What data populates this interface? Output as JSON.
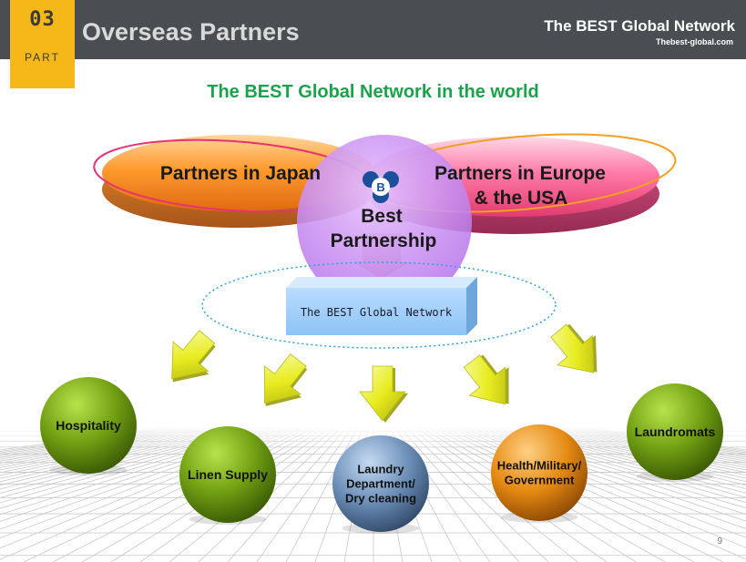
{
  "header": {
    "part_number": "03",
    "part_label": "PART",
    "title": "Overseas Partners",
    "brand": "The BEST Global Network",
    "brand_url": "Thebest-global.com"
  },
  "subtitle": "The BEST Global Network in the world",
  "diagram": {
    "left_partner": "Partners in Japan",
    "right_partner_line1": "Partners in Europe",
    "right_partner_line2": "& the USA",
    "center_line1": "Best",
    "center_line2": "Partnership",
    "center_logo_letter": "B",
    "network_box": "The BEST Global Network",
    "sectors": [
      {
        "lines": [
          "Hospitality"
        ]
      },
      {
        "lines": [
          "Linen Supply"
        ]
      },
      {
        "lines": [
          "Laundry",
          "Department/",
          "Dry cleaning"
        ]
      },
      {
        "lines": [
          "Health/Military/",
          "Government"
        ]
      },
      {
        "lines": [
          "Laundromats"
        ]
      }
    ]
  },
  "page_number": "9",
  "colors": {
    "header_bg": "#4a4d52",
    "part_accent": "#f6b818",
    "subtitle_green": "#1aa34a",
    "arrow_yellow": "#e8ec1e"
  }
}
